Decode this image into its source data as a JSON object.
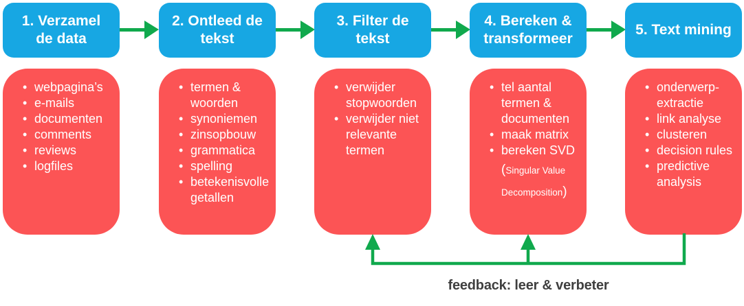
{
  "colors": {
    "background": "#ffffff",
    "blue": "#17a7e3",
    "red": "#fc5455",
    "green": "#10a94d",
    "text_on_boxes": "#ffffff",
    "feedback_text": "#3f3f3f"
  },
  "steps": [
    {
      "title": "1. Verzamel de data",
      "title_lines": [
        "1. Verzamel",
        "de data"
      ],
      "items": [
        "webpagina’s",
        "e-mails",
        "documenten",
        "comments",
        "reviews",
        "logfiles"
      ]
    },
    {
      "title": "2. Ontleed de tekst",
      "title_lines": [
        "2. Ontleed de",
        "tekst"
      ],
      "items": [
        "termen & woorden",
        "synoniemen",
        "zinsopbouw",
        "grammatica",
        "spelling",
        "betekenisvolle getallen"
      ]
    },
    {
      "title": "3. Filter de tekst",
      "title_lines": [
        "3. Filter de",
        "tekst"
      ],
      "items": [
        "verwijder stopwoorden",
        "verwijder niet relevante termen"
      ]
    },
    {
      "title": "4. Bereken & transformeer",
      "title_lines": [
        "4. Bereken &",
        "transformeer"
      ],
      "items": [
        "tel aantal termen & documenten",
        "maak matrix",
        "bereken SVD"
      ],
      "note_open": "(",
      "note_body": "Singular Value Decomposition",
      "note_close": ")"
    },
    {
      "title": "5. Text mining",
      "title_lines": [
        "5. Text mining"
      ],
      "items": [
        "onderwerp-extractie",
        "link analyse",
        "clusteren",
        "decision rules",
        "predictive analysis"
      ]
    }
  ],
  "feedback": {
    "label": "feedback: leer & verbeter"
  }
}
